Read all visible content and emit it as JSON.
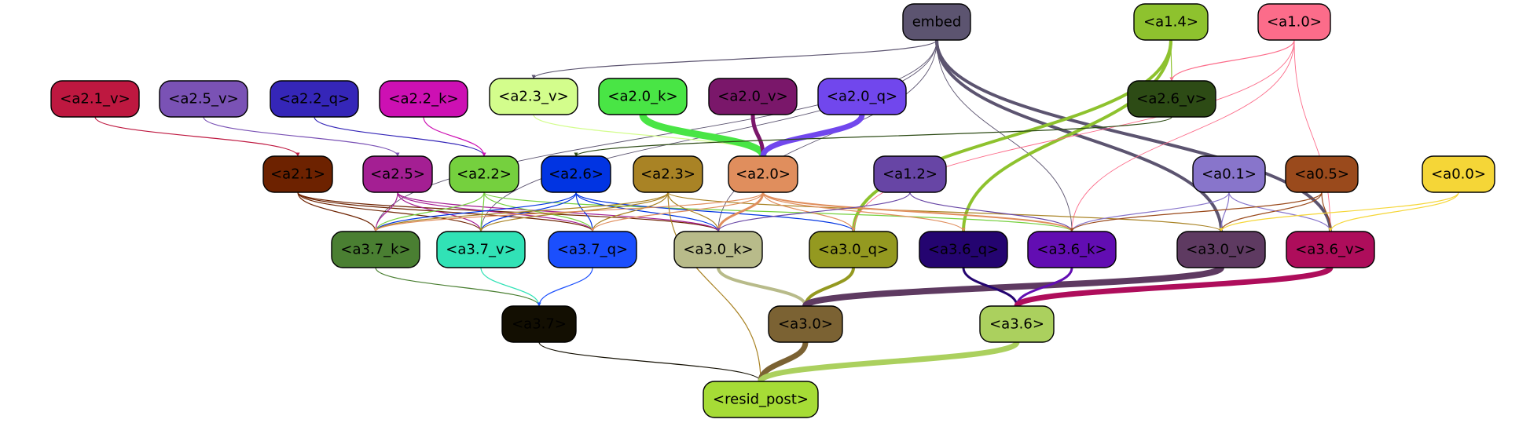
{
  "nodes": [
    {
      "id": "embed",
      "label": "embed",
      "fill": "#5c5470",
      "text": "#000000"
    },
    {
      "id": "a1_4",
      "label": "<a1.4>",
      "fill": "#8ec22e",
      "text": "#000000"
    },
    {
      "id": "a1_0",
      "label": "<a1.0>",
      "fill": "#fc6c8a",
      "text": "#000000"
    },
    {
      "id": "a2_1_v",
      "label": "<a2.1_v>",
      "fill": "#be1840",
      "text": "#000000"
    },
    {
      "id": "a2_5_v",
      "label": "<a2.5_v>",
      "fill": "#7a52b5",
      "text": "#000000"
    },
    {
      "id": "a2_2_q",
      "label": "<a2.2_q>",
      "fill": "#3526b8",
      "text": "#000000"
    },
    {
      "id": "a2_2_k",
      "label": "<a2.2_k>",
      "fill": "#cd10b3",
      "text": "#000000"
    },
    {
      "id": "a2_3_v",
      "label": "<a2.3_v>",
      "fill": "#d3fd8c",
      "text": "#000000"
    },
    {
      "id": "a2_0_k",
      "label": "<a2.0_k>",
      "fill": "#49e545",
      "text": "#000000"
    },
    {
      "id": "a2_0_v",
      "label": "<a2.0_v>",
      "fill": "#7a176a",
      "text": "#000000"
    },
    {
      "id": "a2_0_q",
      "label": "<a2.0_q>",
      "fill": "#7147ed",
      "text": "#000000"
    },
    {
      "id": "a2_6_v",
      "label": "<a2.6_v>",
      "fill": "#2d4b15",
      "text": "#000000"
    },
    {
      "id": "a2_1",
      "label": "<a2.1>",
      "fill": "#6d2200",
      "text": "#000000"
    },
    {
      "id": "a2_5",
      "label": "<a2.5>",
      "fill": "#a41f93",
      "text": "#000000"
    },
    {
      "id": "a2_2",
      "label": "<a2.2>",
      "fill": "#75d03e",
      "text": "#000000"
    },
    {
      "id": "a2_6",
      "label": "<a2.6>",
      "fill": "#0134e2",
      "text": "#000000"
    },
    {
      "id": "a2_3",
      "label": "<a2.3>",
      "fill": "#a98325",
      "text": "#000000"
    },
    {
      "id": "a2_0",
      "label": "<a2.0>",
      "fill": "#e08e5d",
      "text": "#000000"
    },
    {
      "id": "a1_2",
      "label": "<a1.2>",
      "fill": "#6745a5",
      "text": "#000000"
    },
    {
      "id": "a0_1",
      "label": "<a0.1>",
      "fill": "#8875cb",
      "text": "#000000"
    },
    {
      "id": "a0_5",
      "label": "<a0.5>",
      "fill": "#9a4a1c",
      "text": "#000000"
    },
    {
      "id": "a0_0",
      "label": "<a0.0>",
      "fill": "#f5d637",
      "text": "#000000"
    },
    {
      "id": "a3_7_k",
      "label": "<a3.7_k>",
      "fill": "#4a7f32",
      "text": "#000000"
    },
    {
      "id": "a3_7_v",
      "label": "<a3.7_v>",
      "fill": "#31e2b6",
      "text": "#000000"
    },
    {
      "id": "a3_7_q",
      "label": "<a3.7_q>",
      "fill": "#1b4ffd",
      "text": "#000000"
    },
    {
      "id": "a3_0_k",
      "label": "<a3.0_k>",
      "fill": "#b8bb8a",
      "text": "#000000"
    },
    {
      "id": "a3_0_q",
      "label": "<a3.0_q>",
      "fill": "#949920",
      "text": "#000000"
    },
    {
      "id": "a3_6_q",
      "label": "<a3.6_q>",
      "fill": "#240470",
      "text": "#000000"
    },
    {
      "id": "a3_6_k",
      "label": "<a3.6_k>",
      "fill": "#620db2",
      "text": "#000000"
    },
    {
      "id": "a3_0_v",
      "label": "<a3.0_v>",
      "fill": "#5e3a61",
      "text": "#000000"
    },
    {
      "id": "a3_6_v",
      "label": "<a3.6_v>",
      "fill": "#ae0d5b",
      "text": "#000000"
    },
    {
      "id": "a3_7",
      "label": "<a3.7>",
      "fill": "#130f02",
      "text": "#000000"
    },
    {
      "id": "a3_0",
      "label": "<a3.0>",
      "fill": "#7b6233",
      "text": "#000000"
    },
    {
      "id": "a3_6",
      "label": "<a3.6>",
      "fill": "#abd05e",
      "text": "#000000"
    },
    {
      "id": "resid_post",
      "label": "<resid_post>",
      "fill": "#a6dc36",
      "text": "#000000"
    }
  ],
  "edges": [
    {
      "from": "embed",
      "to": "a2_3_v",
      "color": "#5c5470",
      "weight": 1.2
    },
    {
      "from": "embed",
      "to": "a3_7_k",
      "color": "#5c5470",
      "weight": 0.9
    },
    {
      "from": "embed",
      "to": "a3_7_v",
      "color": "#5c5470",
      "weight": 0.9
    },
    {
      "from": "embed",
      "to": "a3_0_k",
      "color": "#5c5470",
      "weight": 0.9
    },
    {
      "from": "embed",
      "to": "a3_6_k",
      "color": "#5c5470",
      "weight": 0.9
    },
    {
      "from": "embed",
      "to": "a3_0_v",
      "color": "#5c5470",
      "weight": 4
    },
    {
      "from": "embed",
      "to": "a3_6_v",
      "color": "#5c5470",
      "weight": 4
    },
    {
      "from": "a1_4",
      "to": "a2_6_v",
      "color": "#8ec22e",
      "weight": 1.2
    },
    {
      "from": "a1_4",
      "to": "a3_0_q",
      "color": "#8ec22e",
      "weight": 4
    },
    {
      "from": "a1_4",
      "to": "a3_6_q",
      "color": "#8ec22e",
      "weight": 4
    },
    {
      "from": "a1_0",
      "to": "a2_6_v",
      "color": "#fc6c8a",
      "weight": 1.2
    },
    {
      "from": "a1_0",
      "to": "a3_0_q",
      "color": "#fc6c8a",
      "weight": 0.9
    },
    {
      "from": "a1_0",
      "to": "a3_6_k",
      "color": "#fc6c8a",
      "weight": 0.9
    },
    {
      "from": "a1_0",
      "to": "a3_6_v",
      "color": "#fc6c8a",
      "weight": 0.9
    },
    {
      "from": "a2_1_v",
      "to": "a2_1",
      "color": "#be1840",
      "weight": 1.2
    },
    {
      "from": "a2_5_v",
      "to": "a2_5",
      "color": "#7a52b5",
      "weight": 1.2
    },
    {
      "from": "a2_2_q",
      "to": "a2_2",
      "color": "#3526b8",
      "weight": 1.2
    },
    {
      "from": "a2_2_k",
      "to": "a2_2",
      "color": "#cd10b3",
      "weight": 1.2
    },
    {
      "from": "a2_3_v",
      "to": "a2_0",
      "color": "#d3fd8c",
      "weight": 1.2
    },
    {
      "from": "a2_0_k",
      "to": "a2_0",
      "color": "#49e545",
      "weight": 9
    },
    {
      "from": "a2_0_v",
      "to": "a2_0",
      "color": "#7a176a",
      "weight": 5
    },
    {
      "from": "a2_0_q",
      "to": "a2_0",
      "color": "#7147ed",
      "weight": 7
    },
    {
      "from": "a2_6_v",
      "to": "a2_6",
      "color": "#2d4b15",
      "weight": 1.2
    },
    {
      "from": "a2_1",
      "to": "a3_7_k",
      "color": "#6d2200",
      "weight": 1.2
    },
    {
      "from": "a2_1",
      "to": "a3_7_v",
      "color": "#6d2200",
      "weight": 1.2
    },
    {
      "from": "a2_1",
      "to": "a3_7_q",
      "color": "#6d2200",
      "weight": 1.2
    },
    {
      "from": "a2_1",
      "to": "a3_0_k",
      "color": "#6d2200",
      "weight": 1.2
    },
    {
      "from": "a2_5",
      "to": "a3_7_k",
      "color": "#a41f93",
      "weight": 1.2
    },
    {
      "from": "a2_5",
      "to": "a3_7_v",
      "color": "#a41f93",
      "weight": 1.2
    },
    {
      "from": "a2_5",
      "to": "a3_7_q",
      "color": "#a41f93",
      "weight": 1.2
    },
    {
      "from": "a2_5",
      "to": "a3_0_k",
      "color": "#a41f93",
      "weight": 1.2
    },
    {
      "from": "a2_2",
      "to": "a3_7_k",
      "color": "#75d03e",
      "weight": 1.2
    },
    {
      "from": "a2_2",
      "to": "a3_7_v",
      "color": "#75d03e",
      "weight": 1.2
    },
    {
      "from": "a2_2",
      "to": "a3_7_q",
      "color": "#75d03e",
      "weight": 1.2
    },
    {
      "from": "a2_2",
      "to": "a3_6_k",
      "color": "#75d03e",
      "weight": 1.2
    },
    {
      "from": "a2_6",
      "to": "a3_7_k",
      "color": "#0134e2",
      "weight": 1.2
    },
    {
      "from": "a2_6",
      "to": "a3_7_v",
      "color": "#0134e2",
      "weight": 1.2
    },
    {
      "from": "a2_6",
      "to": "a3_7_q",
      "color": "#0134e2",
      "weight": 1.2
    },
    {
      "from": "a2_6",
      "to": "a3_0_k",
      "color": "#0134e2",
      "weight": 1.2
    },
    {
      "from": "a2_6",
      "to": "a3_0_q",
      "color": "#0134e2",
      "weight": 1.2
    },
    {
      "from": "a2_3",
      "to": "a3_7_k",
      "color": "#a98325",
      "weight": 1.2
    },
    {
      "from": "a2_3",
      "to": "a3_7_v",
      "color": "#a98325",
      "weight": 1.2
    },
    {
      "from": "a2_3",
      "to": "a3_7_q",
      "color": "#a98325",
      "weight": 1.2
    },
    {
      "from": "a2_3",
      "to": "a3_0_k",
      "color": "#a98325",
      "weight": 1.2
    },
    {
      "from": "a2_3",
      "to": "a3_0_v",
      "color": "#a98325",
      "weight": 1.2
    },
    {
      "from": "a2_3",
      "to": "resid_post",
      "color": "#a98325",
      "weight": 1.2
    },
    {
      "from": "a2_0",
      "to": "a3_7_k",
      "color": "#e08e5d",
      "weight": 1.2
    },
    {
      "from": "a2_0",
      "to": "a3_7_q",
      "color": "#e08e5d",
      "weight": 1.2
    },
    {
      "from": "a2_0",
      "to": "a3_0_k",
      "color": "#e08e5d",
      "weight": 3
    },
    {
      "from": "a2_0",
      "to": "a3_0_q",
      "color": "#e08e5d",
      "weight": 1.2
    },
    {
      "from": "a2_0",
      "to": "a3_6_k",
      "color": "#e08e5d",
      "weight": 2
    },
    {
      "from": "a2_0",
      "to": "a3_6_q",
      "color": "#e08e5d",
      "weight": 1.2
    },
    {
      "from": "a1_2",
      "to": "a3_0_k",
      "color": "#6745a5",
      "weight": 1.2
    },
    {
      "from": "a1_2",
      "to": "a3_6_k",
      "color": "#6745a5",
      "weight": 1.2
    },
    {
      "from": "a0_1",
      "to": "a3_6_k",
      "color": "#8875cb",
      "weight": 1.2
    },
    {
      "from": "a0_1",
      "to": "a3_0_v",
      "color": "#8875cb",
      "weight": 1.2
    },
    {
      "from": "a0_1",
      "to": "a3_6_v",
      "color": "#8875cb",
      "weight": 1.2
    },
    {
      "from": "a0_5",
      "to": "a3_6_k",
      "color": "#9a4a1c",
      "weight": 1.2
    },
    {
      "from": "a0_5",
      "to": "a3_0_v",
      "color": "#9a4a1c",
      "weight": 1.2
    },
    {
      "from": "a0_5",
      "to": "a3_6_v",
      "color": "#9a4a1c",
      "weight": 1.2
    },
    {
      "from": "a0_0",
      "to": "a3_0_v",
      "color": "#f5d637",
      "weight": 1.2
    },
    {
      "from": "a0_0",
      "to": "a3_6_v",
      "color": "#f5d637",
      "weight": 1.2
    },
    {
      "from": "a3_7_k",
      "to": "a3_7",
      "color": "#4a7f32",
      "weight": 1.2
    },
    {
      "from": "a3_7_v",
      "to": "a3_7",
      "color": "#31e2b6",
      "weight": 1.2
    },
    {
      "from": "a3_7_q",
      "to": "a3_7",
      "color": "#1b4ffd",
      "weight": 1.2
    },
    {
      "from": "a3_0_k",
      "to": "a3_0",
      "color": "#b8bb8a",
      "weight": 4
    },
    {
      "from": "a3_0_q",
      "to": "a3_0",
      "color": "#949920",
      "weight": 4
    },
    {
      "from": "a3_0_v",
      "to": "a3_0",
      "color": "#5e3a61",
      "weight": 8
    },
    {
      "from": "a3_6_q",
      "to": "a3_6",
      "color": "#240470",
      "weight": 3
    },
    {
      "from": "a3_6_k",
      "to": "a3_6",
      "color": "#620db2",
      "weight": 3
    },
    {
      "from": "a3_6_v",
      "to": "a3_6",
      "color": "#ae0d5b",
      "weight": 7
    },
    {
      "from": "a3_7",
      "to": "resid_post",
      "color": "#130f02",
      "weight": 1.2
    },
    {
      "from": "a3_0",
      "to": "resid_post",
      "color": "#7b6233",
      "weight": 7
    },
    {
      "from": "a3_6",
      "to": "resid_post",
      "color": "#abd05e",
      "weight": 7
    }
  ]
}
